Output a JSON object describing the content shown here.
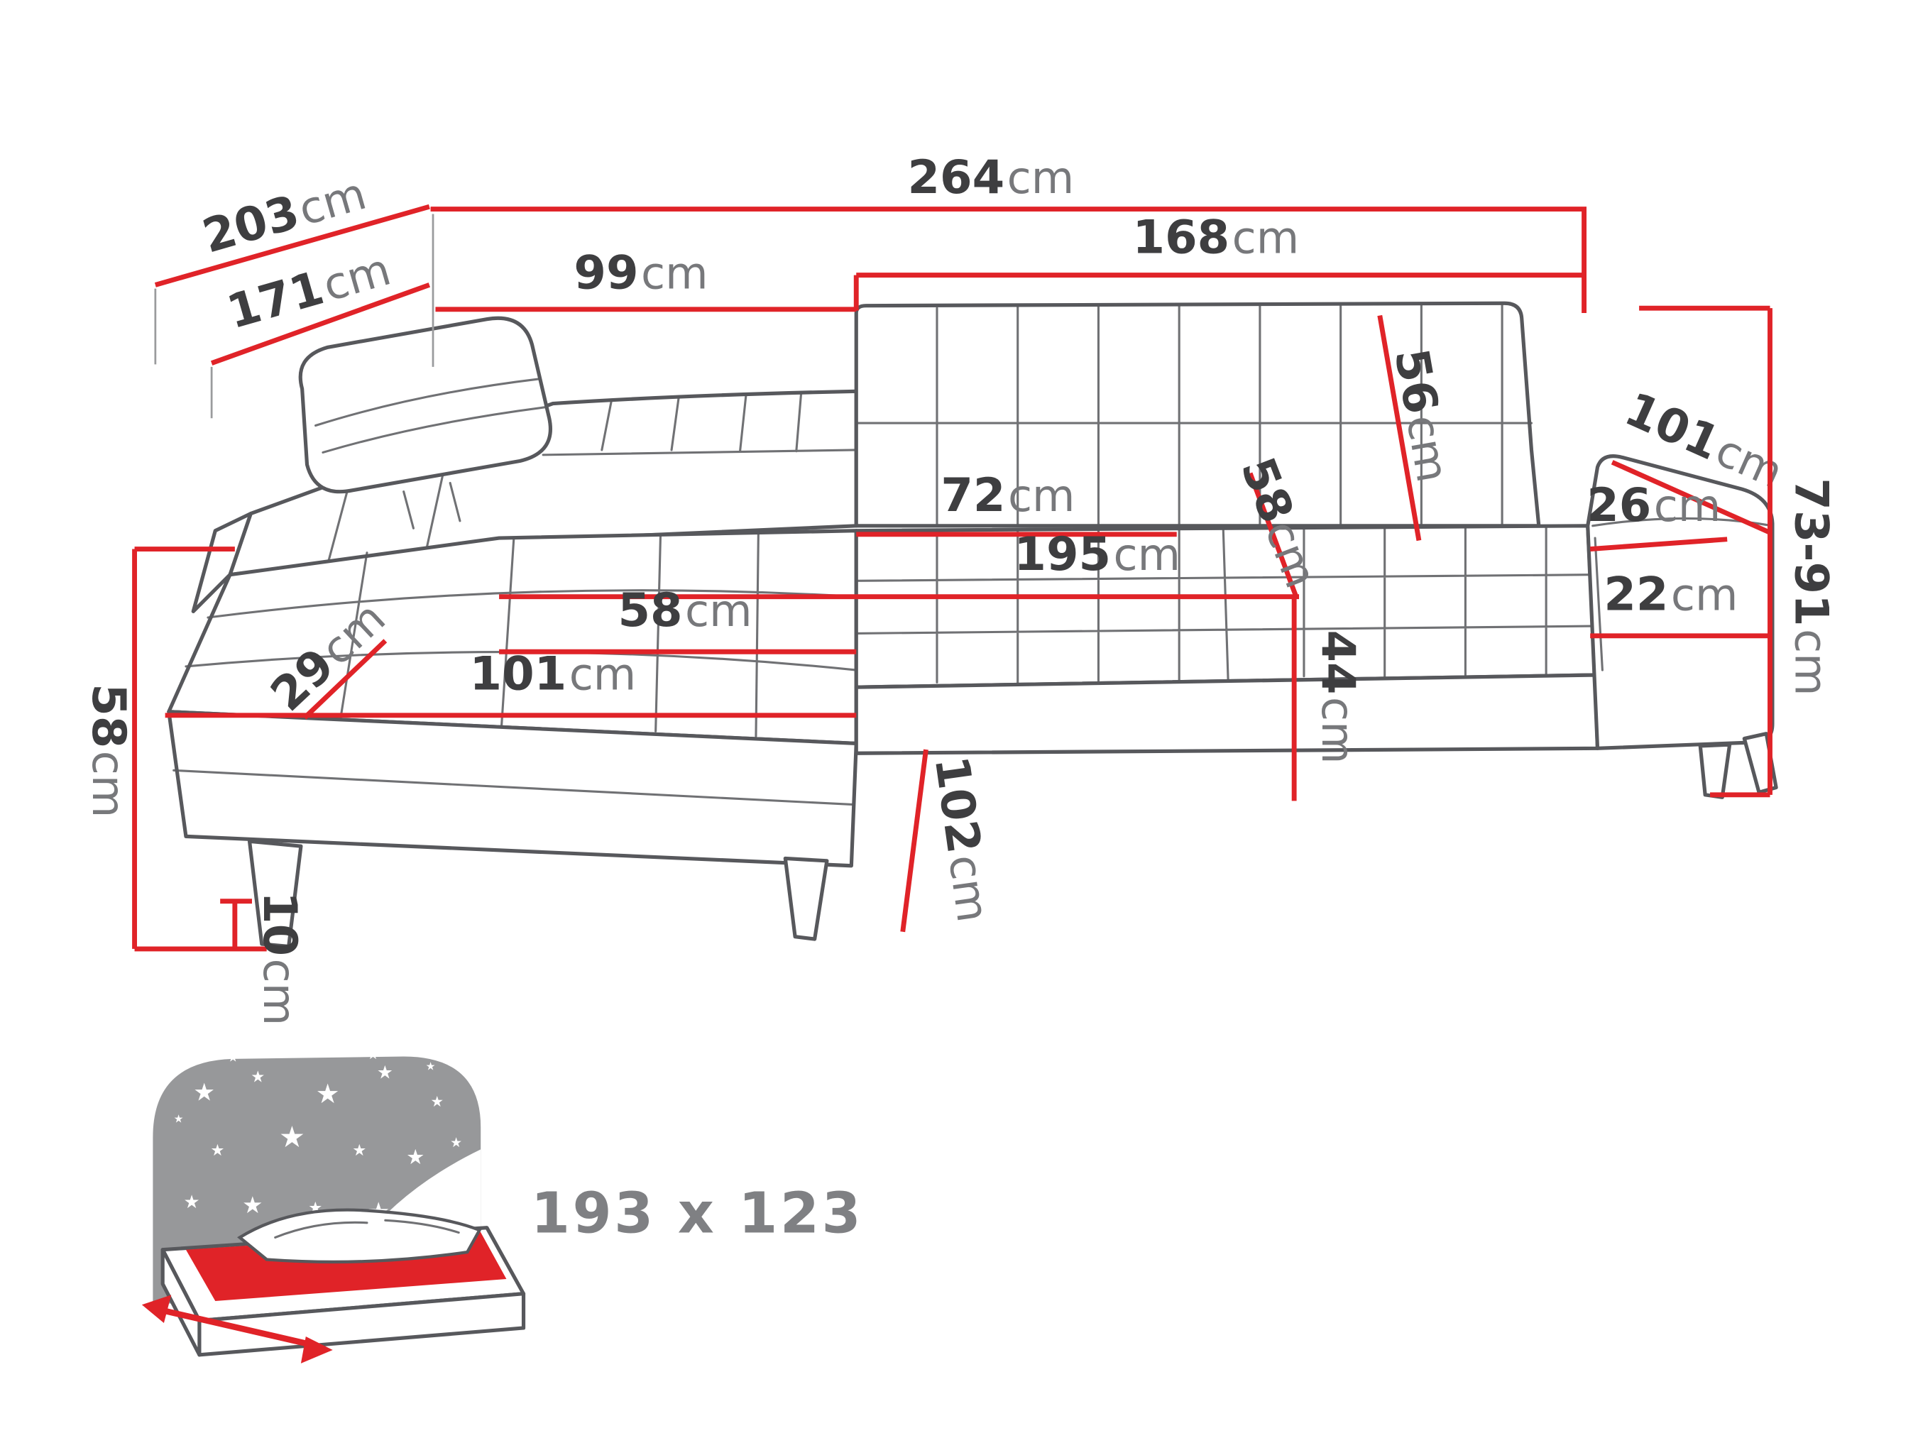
{
  "page": {
    "description": "Corner sofa technical dimension diagram with sleeping area"
  },
  "colors": {
    "dimension_red": "#e02328",
    "number_color": "#3e3e40",
    "unit_color": "#77787b",
    "sofa_stroke": "#57585c",
    "icon_gray": "#97989a",
    "sleeping_text": "#7f8083",
    "background": "#ffffff"
  },
  "dimensions": {
    "overall_width": {
      "value": "264",
      "unit": "cm"
    },
    "depth_total": {
      "value": "203",
      "unit": "cm"
    },
    "depth_inner": {
      "value": "171",
      "unit": "cm"
    },
    "left_back_width": {
      "value": "99",
      "unit": "cm"
    },
    "right_back_width": {
      "value": "168",
      "unit": "cm"
    },
    "backrest_height": {
      "value": "56",
      "unit": "cm"
    },
    "armrest_length": {
      "value": "101",
      "unit": "cm"
    },
    "armrest_top_width": {
      "value": "26",
      "unit": "cm"
    },
    "back_height_range": {
      "value": "73-91",
      "unit": "cm"
    },
    "seat_depth": {
      "value": "72",
      "unit": "cm"
    },
    "seat_back_depth": {
      "value": "58",
      "unit": "cm"
    },
    "seat_width": {
      "value": "195",
      "unit": "cm"
    },
    "armrest_width": {
      "value": "22",
      "unit": "cm"
    },
    "chaise_seat_width": {
      "value": "58",
      "unit": "cm"
    },
    "corner_depth": {
      "value": "29",
      "unit": "cm"
    },
    "chaise_length": {
      "value": "101",
      "unit": "cm"
    },
    "seat_height": {
      "value": "44",
      "unit": "cm"
    },
    "side_height": {
      "value": "58",
      "unit": "cm"
    },
    "chaise_depth": {
      "value": "102",
      "unit": "cm"
    },
    "leg_height": {
      "value": "10",
      "unit": "cm"
    }
  },
  "sleeping_area": {
    "label": "193 x 123",
    "icon": "sleeping-function-bed-icon"
  }
}
